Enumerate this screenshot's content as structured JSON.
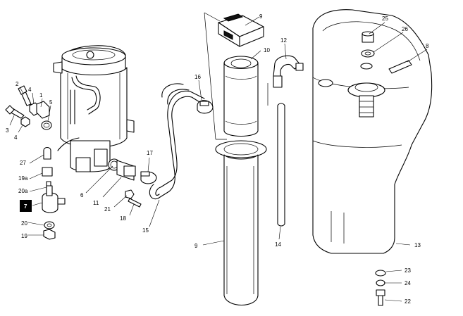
{
  "callouts": {
    "c1": "1",
    "c2": "2",
    "c3": "3",
    "c4a": "4",
    "c4b": "4",
    "c5": "5",
    "c6": "6",
    "c7": "7",
    "c8": "8",
    "c9a": "9",
    "c9b": "9",
    "c10": "10",
    "c11": "11",
    "c12": "12",
    "c13": "13",
    "c14": "14",
    "c15": "15",
    "c16": "16",
    "c17": "17",
    "c18": "18",
    "c19": "19",
    "c19a": "19a",
    "c20": "20",
    "c20a": "20a",
    "c21": "21",
    "c22": "22",
    "c23": "23",
    "c24": "24",
    "c25": "25",
    "c26": "26",
    "c27": "27"
  },
  "highlight_color": "#000000"
}
